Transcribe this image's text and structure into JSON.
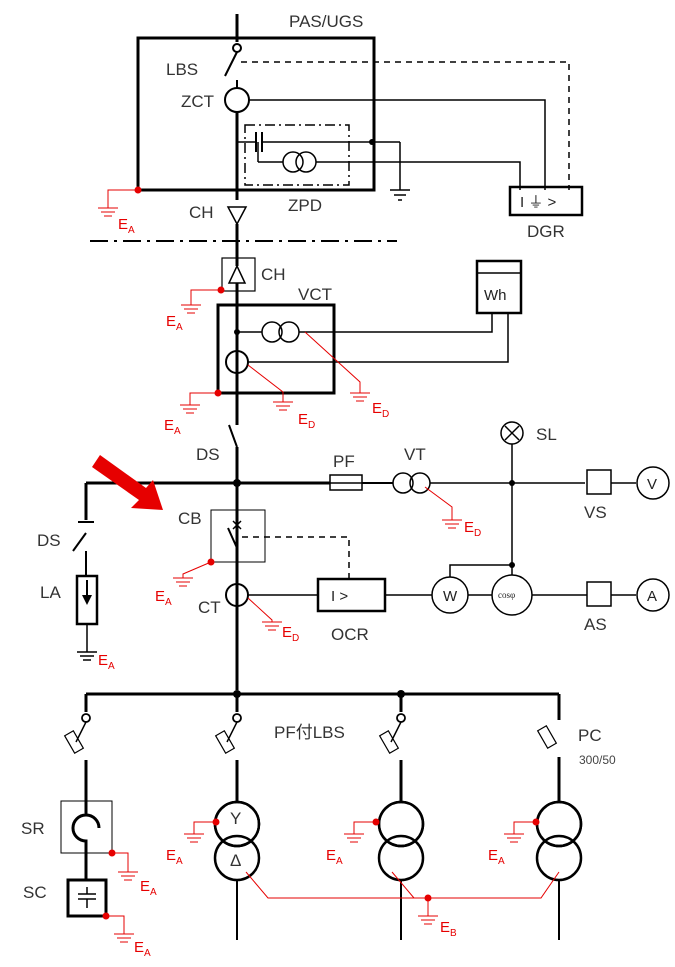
{
  "labels": {
    "pas_ugs": "PAS/UGS",
    "lbs": "LBS",
    "zct": "ZCT",
    "zpd": "ZPD",
    "ch_top": "CH",
    "ch_mid": "CH",
    "dgr": "DGR",
    "vct": "VCT",
    "wh": "Wh",
    "ds_main": "DS",
    "ds_la": "DS",
    "pf": "PF",
    "vt": "VT",
    "sl": "SL",
    "v": "V",
    "vs": "VS",
    "cb": "CB",
    "la": "LA",
    "ct": "CT",
    "ocr": "I  >",
    "ocr_name": "OCR",
    "w": "W",
    "cos": "cosφ",
    "a": "A",
    "as": "AS",
    "pf_lbs": "PF付LBS",
    "pc": "PC",
    "pc_rating": "300/50",
    "sr": "SR",
    "sc": "SC",
    "dgr_symbol": "I  ⏚  >",
    "y_sym": "Y",
    "d_sym": "Δ"
  },
  "earth": {
    "e": "E",
    "a": "A",
    "d": "D",
    "b": "B"
  },
  "colors": {
    "line": "#000000",
    "earth": "#e60000",
    "arrow": "#e60000",
    "text": "#333333"
  }
}
